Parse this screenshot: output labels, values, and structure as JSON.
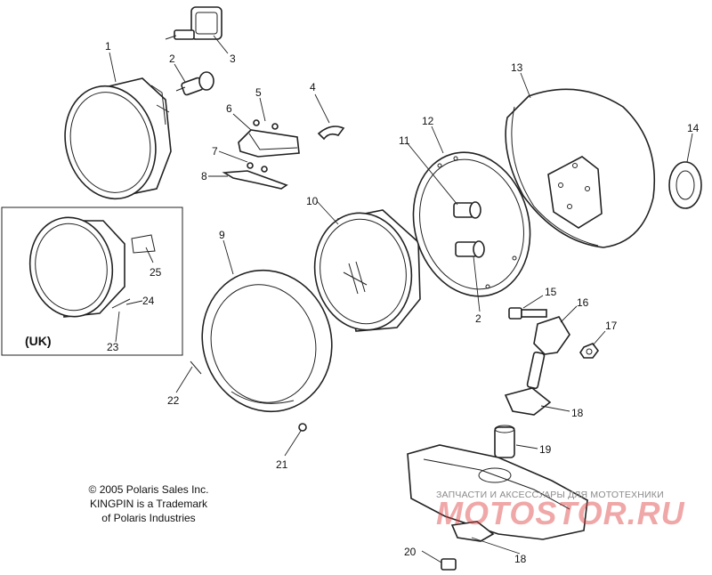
{
  "callouts": [
    "1",
    "2",
    "3",
    "4",
    "5",
    "6",
    "7",
    "8",
    "9",
    "10",
    "11",
    "12",
    "13",
    "14",
    "15",
    "16",
    "17",
    "18",
    "19",
    "20",
    "21",
    "22",
    "23",
    "24",
    "25",
    "2",
    "18"
  ],
  "uk_label": "(UK)",
  "copyright": [
    "© 2005 Polaris Sales Inc.",
    "KINGPIN is a Trademark",
    "of Polaris Industries"
  ],
  "watermark": {
    "tagline": "ЗАПЧАСТИ И АКСЕССУАРЫ ДЛЯ МОТОТЕХНИКИ",
    "logo": "MOTOSTOR.RU",
    "color": "#de3c3c"
  }
}
